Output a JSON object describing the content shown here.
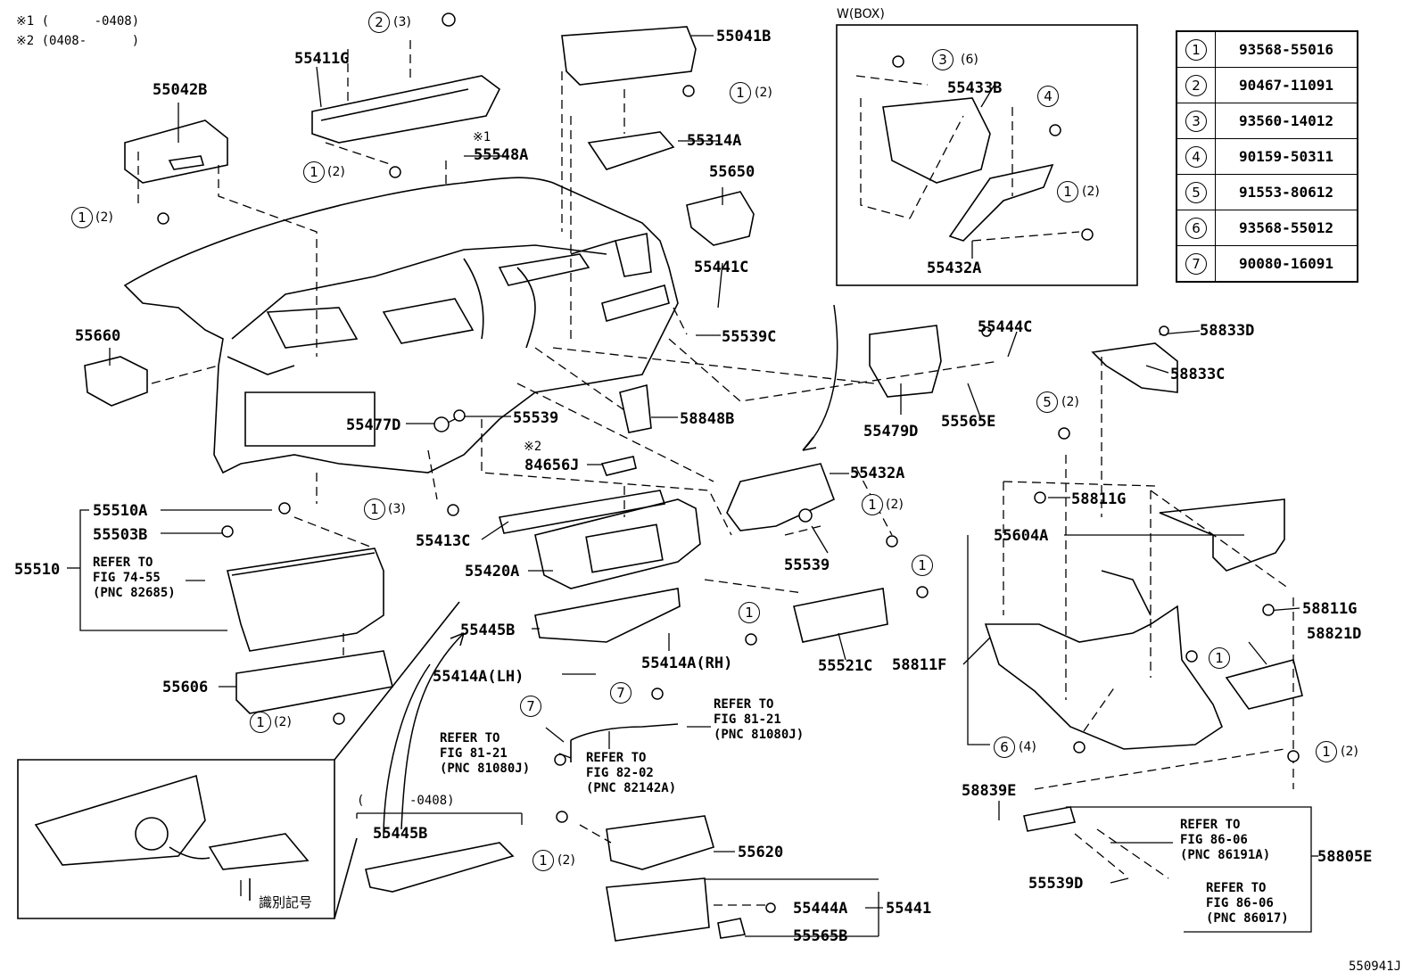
{
  "notes": {
    "note1": "※1 (      -0408)",
    "note2": "※2 (0408-      )",
    "mark1": "※1",
    "mark2": "※2"
  },
  "inset_box": {
    "title": "W(BOX)"
  },
  "date_range_label": "(      -0408)",
  "caption_jp": "識別記号",
  "figure_code": "550941J",
  "bolt_table": [
    {
      "no": "1",
      "part": "93568-55016"
    },
    {
      "no": "2",
      "part": "90467-11091"
    },
    {
      "no": "3",
      "part": "93560-14012"
    },
    {
      "no": "4",
      "part": "90159-50311"
    },
    {
      "no": "5",
      "part": "91553-80612"
    },
    {
      "no": "6",
      "part": "93568-55012"
    },
    {
      "no": "7",
      "part": "90080-16091"
    }
  ],
  "parts": {
    "p55042B": "55042B",
    "p55411G": "55411G",
    "p55548A": "55548A",
    "p55041B": "55041B",
    "p55314A": "55314A",
    "p55650": "55650",
    "p55441C": "55441C",
    "p55539C": "55539C",
    "p55660": "55660",
    "p55477D": "55477D",
    "p55539a": "55539",
    "p58848B": "58848B",
    "p84656J": "84656J",
    "p55413C": "55413C",
    "p55420A": "55420A",
    "p55510A": "55510A",
    "p55503B": "55503B",
    "p55510": "55510",
    "p55606": "55606",
    "p55445B": "55445B",
    "p55414ALH": "55414A(LH)",
    "p55414ARH": "55414A(RH)",
    "p55432Aa": "55432A",
    "p55539b": "55539",
    "p55521C": "55521C",
    "p55433B": "55433B",
    "p55432Ab": "55432A",
    "p55444C": "55444C",
    "p55479D": "55479D",
    "p55565E": "55565E",
    "p58833D": "58833D",
    "p58833C": "58833C",
    "p58811Ga": "58811G",
    "p55604A": "55604A",
    "p58811Gb": "58811G",
    "p58821D": "58821D",
    "p58811F": "58811F",
    "p58839E": "58839E",
    "p58805E": "58805E",
    "p55539D": "55539D",
    "p55445B2": "55445B",
    "p55620": "55620",
    "p55444A": "55444A",
    "p55441": "55441",
    "p55565B": "55565B"
  },
  "refs": {
    "fig7455": "REFER TO\nFIG 74-55\n(PNC 82685)",
    "fig8121a": "REFER TO\nFIG 81-21\n(PNC 81080J)",
    "fig8121b": "REFER TO\nFIG 81-21\n(PNC 81080J)",
    "fig8202": "REFER TO\nFIG 82-02\n(PNC 82142A)",
    "fig8606a": "REFER TO\nFIG 86-06\n(PNC 86191A)",
    "fig8606b": "REFER TO\nFIG 86-06\n(PNC 86017)"
  },
  "callouts": [
    {
      "id": "c2-top",
      "num": "2",
      "qty": "(3)"
    },
    {
      "id": "c1-a",
      "num": "1",
      "qty": "(2)"
    },
    {
      "id": "c1-b",
      "num": "1",
      "qty": "(2)"
    },
    {
      "id": "c1-c",
      "num": "1",
      "qty": "(2)"
    },
    {
      "id": "c1-d",
      "num": "1",
      "qty": "(3)"
    },
    {
      "id": "c1-e",
      "num": "1",
      "qty": "(2)"
    },
    {
      "id": "c1-f",
      "num": "1",
      "qty": "(2)"
    },
    {
      "id": "c1-g",
      "num": "1",
      "qty": ""
    },
    {
      "id": "c1-h",
      "num": "1",
      "qty": ""
    },
    {
      "id": "c7-a",
      "num": "7",
      "qty": ""
    },
    {
      "id": "c7-b",
      "num": "7",
      "qty": ""
    },
    {
      "id": "c3-box",
      "num": "3",
      "qty": "(6)"
    },
    {
      "id": "c4-box",
      "num": "4",
      "qty": ""
    },
    {
      "id": "c1-box",
      "num": "1",
      "qty": "(2)"
    },
    {
      "id": "c5",
      "num": "5",
      "qty": "(2)"
    },
    {
      "id": "c1-i",
      "num": "1",
      "qty": ""
    },
    {
      "id": "c6",
      "num": "6",
      "qty": "(4)"
    },
    {
      "id": "c1-j",
      "num": "1",
      "qty": "(2)"
    },
    {
      "id": "c1-k",
      "num": "1",
      "qty": "(2)"
    }
  ]
}
